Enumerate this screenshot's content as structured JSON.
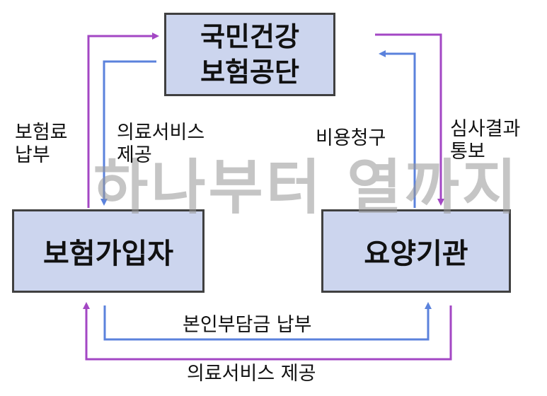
{
  "colors": {
    "box_fill": "#ccd5ee",
    "box_border": "#404040",
    "arrow_purple": "#a347c4",
    "arrow_blue": "#5b82dc",
    "watermark": "#969696"
  },
  "nodes": {
    "nhis": {
      "line1": "국민건강",
      "line2": "보험공단"
    },
    "insured": {
      "label": "보험가입자"
    },
    "provider": {
      "label": "요양기관"
    }
  },
  "edges": {
    "premium_payment": {
      "line1": "보험료",
      "line2": "납부"
    },
    "medical_service_nhis": {
      "line1": "의료서비스",
      "line2": "제공"
    },
    "cost_claim": {
      "line1": "비용청구"
    },
    "review_result": {
      "line1": "심사결과",
      "line2": "통보"
    },
    "copayment": {
      "label": "본인부담금 납부"
    },
    "medical_service_bottom": {
      "label": "의료서비스 제공"
    }
  },
  "watermark": {
    "text": "하나부터 열까지"
  }
}
